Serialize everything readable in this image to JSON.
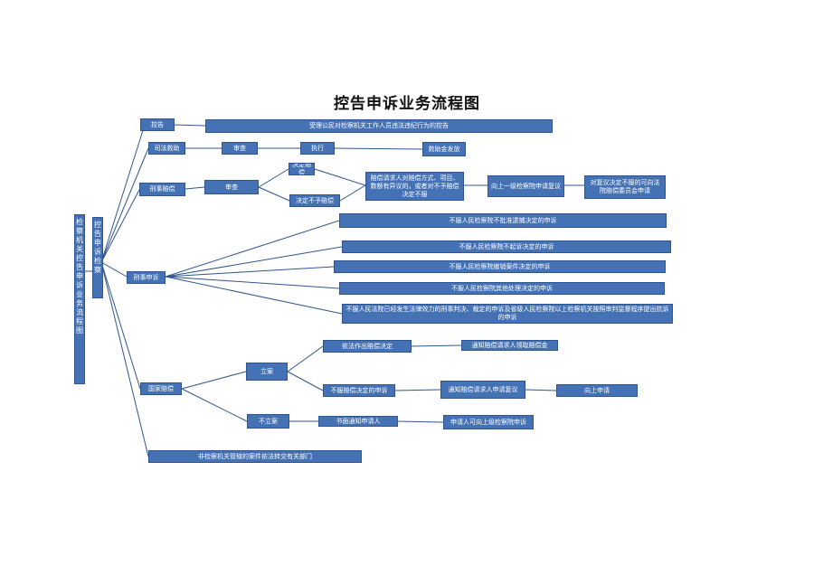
{
  "title": "控告申诉业务流程图",
  "nodes": {
    "main": "检察机关控告申诉业务流程图",
    "sub": "控告申诉检察",
    "kongao": "控告",
    "kongao_desc": "受理公民对检察机关工作人员违法违纪行为的控告",
    "sifa": "司法救助",
    "shencha": "审查",
    "zhixing": "执行",
    "zhixing_next": "救助金发放",
    "xingshi": "刑事赔偿",
    "shencha2": "审查",
    "jueding": "决定赔偿",
    "jueding_detail": "赔偿请求人对赔偿方式、项目、数额有异议的，或者对不予赔偿决定不服",
    "jueding_next": "向上一级检察院申请复议",
    "jueding_next2": "对复议决定不服的可向法院赔偿委员会申请",
    "buyu": "决定不予赔偿",
    "xingshen": "刑事申诉",
    "xs1": "不服人民检察院不批准逮捕决定的申诉",
    "xs2": "不服人民检察院不起诉决定的申诉",
    "xs3": "不服人民检察院撤销案件决定的申诉",
    "xs4": "不服人民检察院其他处理决定的申诉",
    "xs5": "不服人民法院已经发生法律效力的刑事判决、裁定的申诉及省级人民检察院以上检察机关按照审判监督程序提出抗诉的申诉",
    "guojia": "国家赔偿",
    "lian": "立案",
    "lian_a": "依法作出赔偿决定",
    "lian_a_next": "通知赔偿请求人领取赔偿金",
    "lian_b": "不服赔偿决定的申诉",
    "lian_b_next": "通知赔偿请求人申请复议",
    "lian_b_next2": "向上申请",
    "bulian": "不立案",
    "bulian_next": "书面通知申请人",
    "bulian_next2": "申请人可向上级检察院申诉",
    "bottom": "非检察机关管辖的案件依法转交有关部门"
  }
}
